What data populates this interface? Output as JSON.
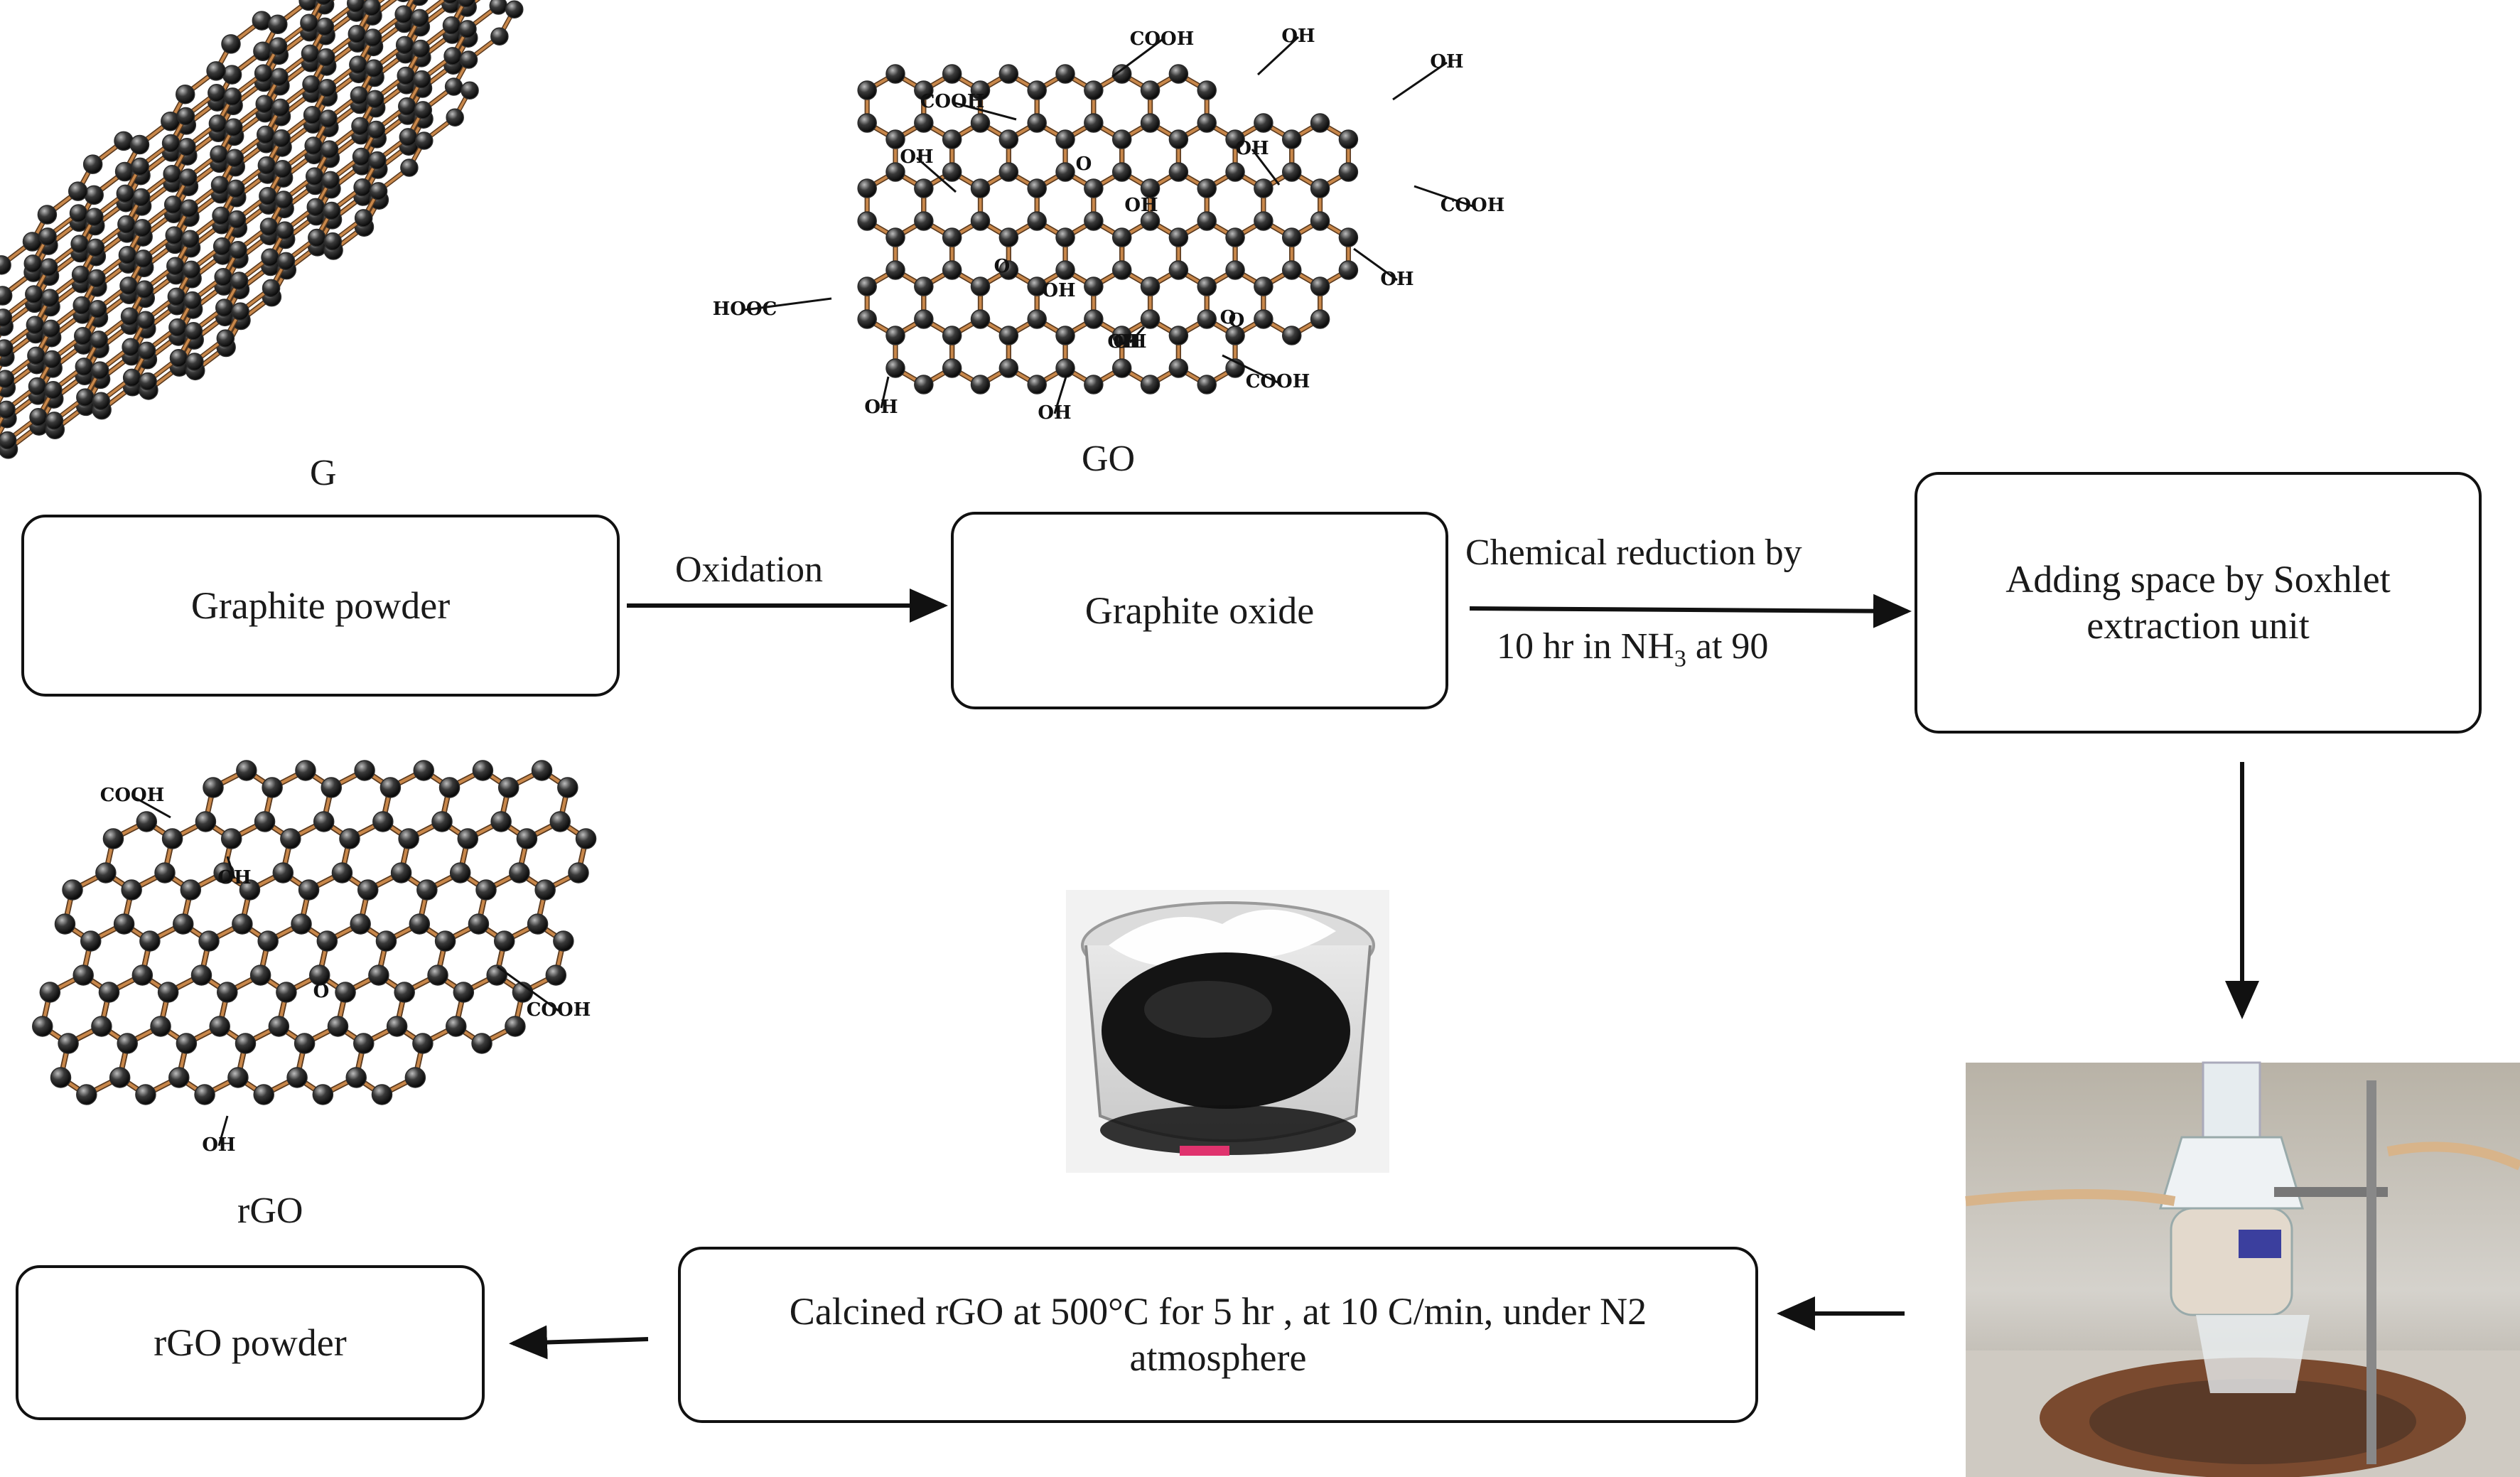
{
  "structures": {
    "g": {
      "caption": "G"
    },
    "go": {
      "caption": "GO",
      "groups": [
        "COOH",
        "OH",
        "OH",
        "COOH",
        "OH",
        "OH",
        "O",
        "OH",
        "COOH",
        "OH",
        "O",
        "OH",
        "HOOC",
        "O",
        "OH",
        "O",
        "OH",
        "COOH",
        "OH",
        "OH"
      ]
    },
    "rgo": {
      "caption": "rGO",
      "groups": [
        "COOH",
        "OH",
        "COOH",
        "O",
        "OH"
      ]
    }
  },
  "flow": {
    "box_graphite_powder": "Graphite powder",
    "arrow_oxidation": "Oxidation",
    "box_graphite_oxide": "Graphite oxide",
    "arrow_reduction_line1": "Chemical reduction by",
    "arrow_reduction_line2_prefix": "10 hr in NH",
    "arrow_reduction_line2_sub": "3",
    "arrow_reduction_line2_suffix": " at 90",
    "box_soxhlet": "Adding space by Soxhlet extraction unit",
    "box_calcined": "Calcined rGO at 500°C for 5 hr , at 10 C/min, under N2 atmosphere",
    "box_rgo_powder": "rGO powder"
  },
  "colors": {
    "atom": "#2a2a2a",
    "bond": "#c8874a",
    "stroke": "#111111",
    "powder": "#141414"
  }
}
